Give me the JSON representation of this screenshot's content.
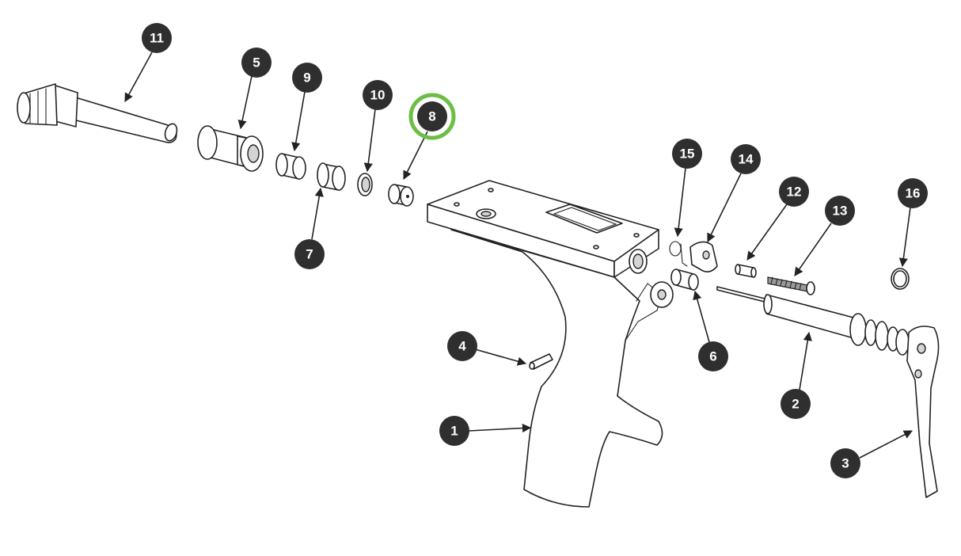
{
  "colors": {
    "callout_fill": "#2f2f2f",
    "callout_text": "#ffffff",
    "highlight": "#6cbf45"
  },
  "callouts": [
    {
      "label": "1",
      "part": "handle-body"
    },
    {
      "label": "2",
      "part": "needle-valve-assembly"
    },
    {
      "label": "3",
      "part": "trigger"
    },
    {
      "label": "4",
      "part": "roll-pin"
    },
    {
      "label": "5",
      "part": "adapter-fitting"
    },
    {
      "label": "6",
      "part": "pivot-bushing"
    },
    {
      "label": "7",
      "part": "spacer-bushing"
    },
    {
      "label": "8",
      "part": "washer-seal",
      "highlighted": true
    },
    {
      "label": "9",
      "part": "bushing"
    },
    {
      "label": "10",
      "part": "o-ring"
    },
    {
      "label": "11",
      "part": "nozzle-tube"
    },
    {
      "label": "12",
      "part": "sleeve"
    },
    {
      "label": "13",
      "part": "screw"
    },
    {
      "label": "14",
      "part": "trigger-bracket"
    },
    {
      "label": "15",
      "part": "spring-clip"
    },
    {
      "label": "16",
      "part": "seal-ring"
    }
  ]
}
